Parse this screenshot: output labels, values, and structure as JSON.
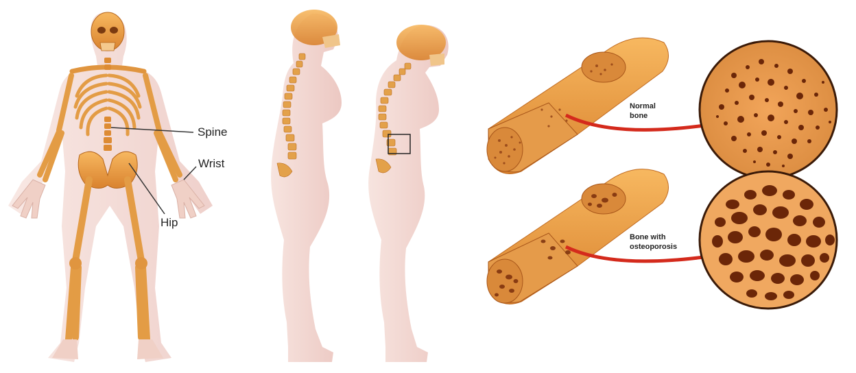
{
  "skeleton_labels": {
    "spine": "Spine",
    "wrist": "Wrist",
    "hip": "Hip"
  },
  "bone_panels": {
    "normal_label_line1": "Normal",
    "normal_label_line2": "bone",
    "osteo_label_line1": "Bone with",
    "osteo_label_line2": "osteoporosis"
  },
  "colors": {
    "skin": "#f3d7d2",
    "bone": "#e7a44f",
    "bone_dark": "#c36c1e",
    "pore": "#7a2e0c",
    "arrow": "#d42a1c"
  }
}
